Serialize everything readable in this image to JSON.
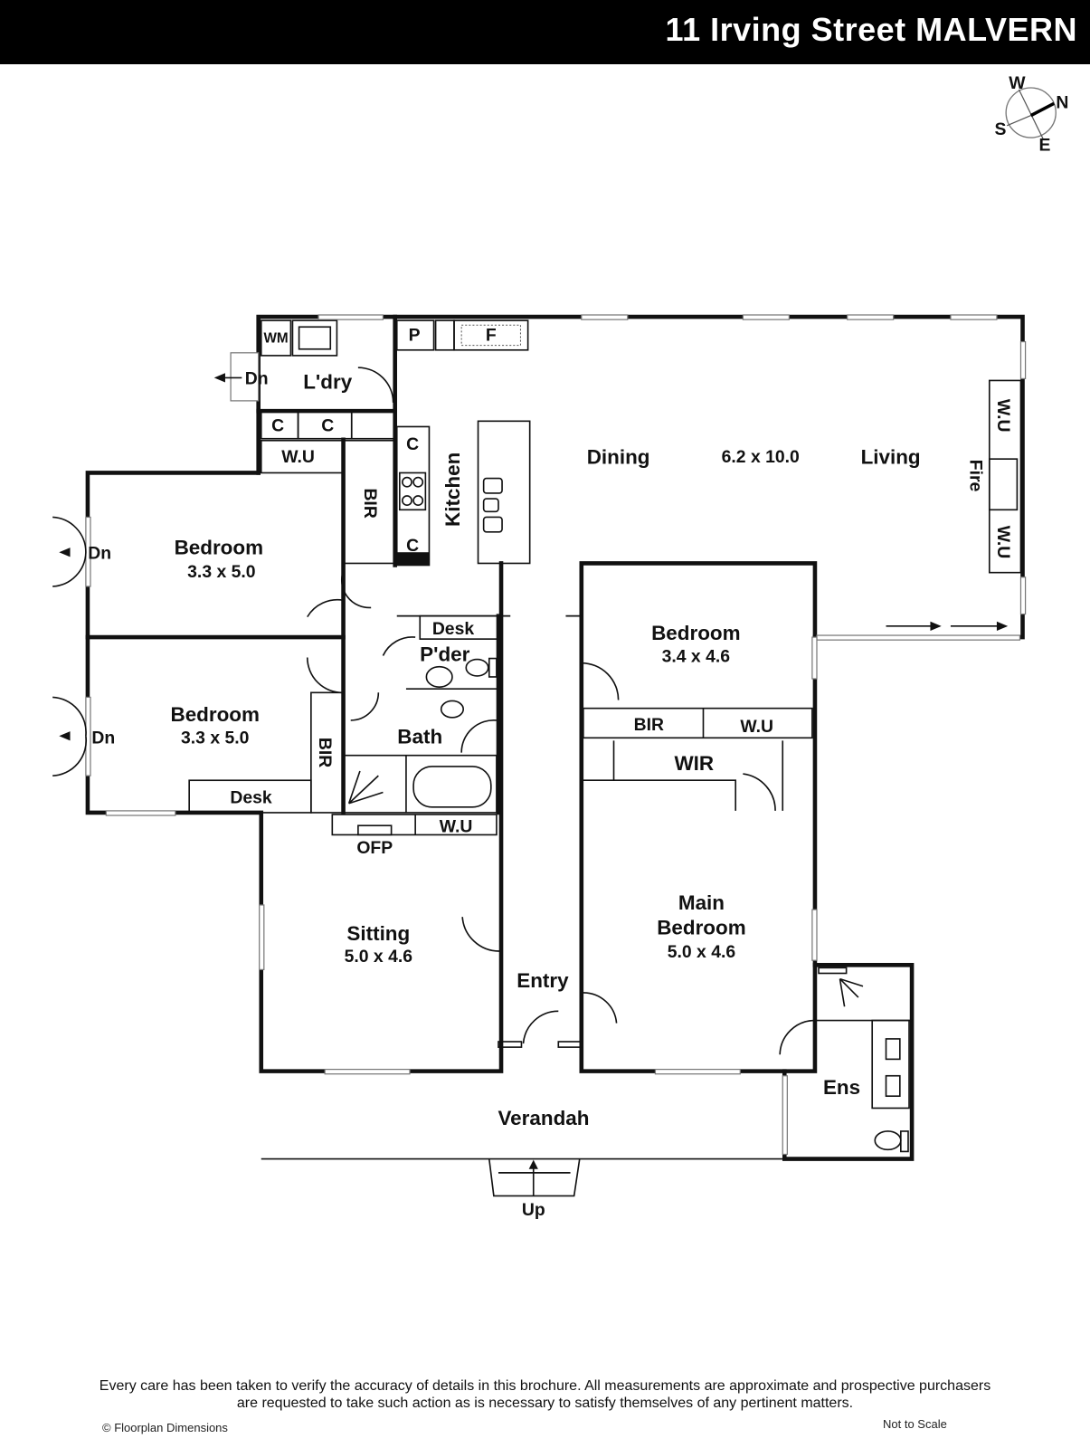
{
  "header": {
    "title": "11 Irving Street MALVERN"
  },
  "compass": {
    "w": "W",
    "n": "N",
    "s": "S",
    "e": "E"
  },
  "rooms": {
    "laundry": "L'dry",
    "wm": "WM",
    "pantry": "P",
    "fridge": "F",
    "dn_laundry": "Dn",
    "c1": "C",
    "c2": "C",
    "c3": "C",
    "c4": "C",
    "wu_laundry": "W.U",
    "bir_kitchen": "BIR",
    "kitchen": "Kitchen",
    "dining": "Dining",
    "living_size": "6.2 x 10.0",
    "living": "Living",
    "wu_living1": "W.U",
    "fire": "Fire",
    "wu_living2": "W.U",
    "bed1": "Bedroom",
    "bed1_size": "3.3 x 5.0",
    "dn_bed1": "Dn",
    "bed2": "Bedroom",
    "bed2_size": "3.3 x 5.0",
    "dn_bed2": "Dn",
    "desk1": "Desk",
    "powder": "P'der",
    "bath": "Bath",
    "bir_bed2": "BIR",
    "desk2": "Desk",
    "ofp": "OFP",
    "wu_bath": "W.U",
    "bed3": "Bedroom",
    "bed3_size": "3.4 x 4.6",
    "bir_bed3": "BIR",
    "wu_bed3": "W.U",
    "wir": "WIR",
    "main1": "Main",
    "main2": "Bedroom",
    "main_size": "5.0 x 4.6",
    "sitting": "Sitting",
    "sitting_size": "5.0 x 4.6",
    "entry": "Entry",
    "ens": "Ens",
    "verandah": "Verandah",
    "up": "Up"
  },
  "footer": {
    "line1": "Every care has been taken to verify the accuracy of details in this brochure. All measurements are approximate and prospective purchasers",
    "line2": "are requested to take such action as is necessary to satisfy themselves of any pertinent matters.",
    "copyright": "© Floorplan Dimensions",
    "scale": "Not to Scale"
  }
}
